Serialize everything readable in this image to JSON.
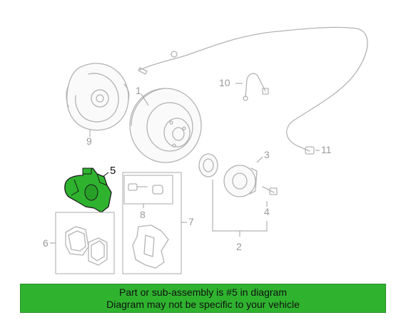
{
  "callouts": {
    "n1": "1",
    "n2": "2",
    "n3": "3",
    "n4": "4",
    "n5": "5",
    "n6": "6",
    "n7": "7",
    "n8": "8",
    "n9": "9",
    "n10": "10",
    "n11": "11"
  },
  "highlight_color": "#2fb32f",
  "banner": {
    "line1": "Part or sub-assembly is #5 in diagram",
    "line2": "Diagram may not be specific to your vehicle"
  }
}
